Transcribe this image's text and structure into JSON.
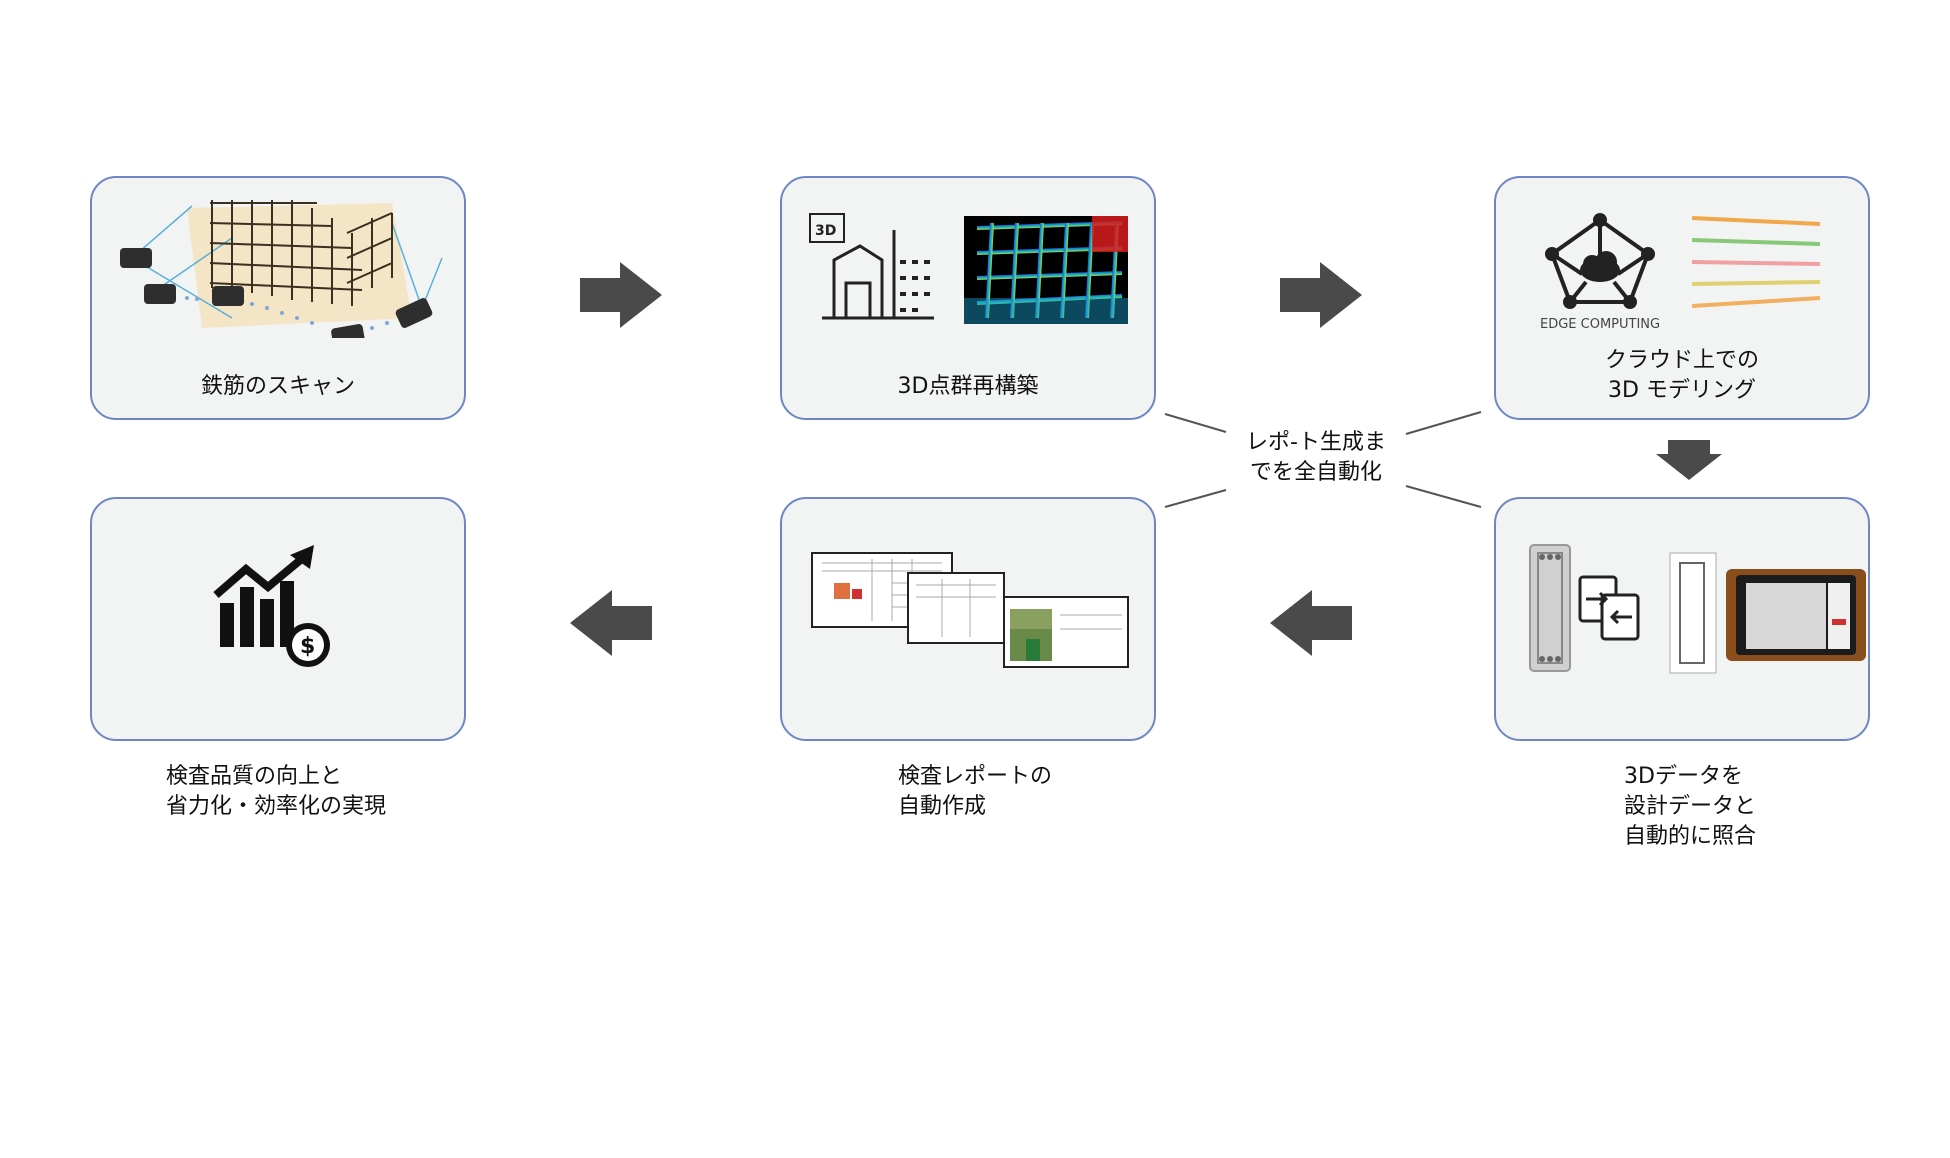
{
  "steps": [
    {
      "id": "scan",
      "label": "鉄筋のスキャン",
      "illustration": "rebar-scan-illustration"
    },
    {
      "id": "pointcloud",
      "label": "3D点群再構築",
      "illustration": "3d-point-cloud-illustration"
    },
    {
      "id": "cloud",
      "label": "クラウド上での\n3D モデリング",
      "illustration": "edge-computing-illustration",
      "icon_text": "EDGE COMPUTING"
    },
    {
      "id": "compare",
      "label": "3Dデータを\n設計データと\n自動的に照合",
      "illustration": "design-compare-illustration"
    },
    {
      "id": "report",
      "label": "検査レポートの\n自動作成",
      "illustration": "inspection-report-illustration"
    },
    {
      "id": "result",
      "label": "検査品質の向上と\n省力化・効率化の実現",
      "illustration": "growth-chart-dollar-icon"
    }
  ],
  "center_note": "レポ-ト生成ま\nでを全自動化",
  "colors": {
    "box_border": "#6f86c6",
    "box_fill": "#f2f4f4",
    "arrow": "#4a4a4a",
    "connector": "#555555"
  }
}
